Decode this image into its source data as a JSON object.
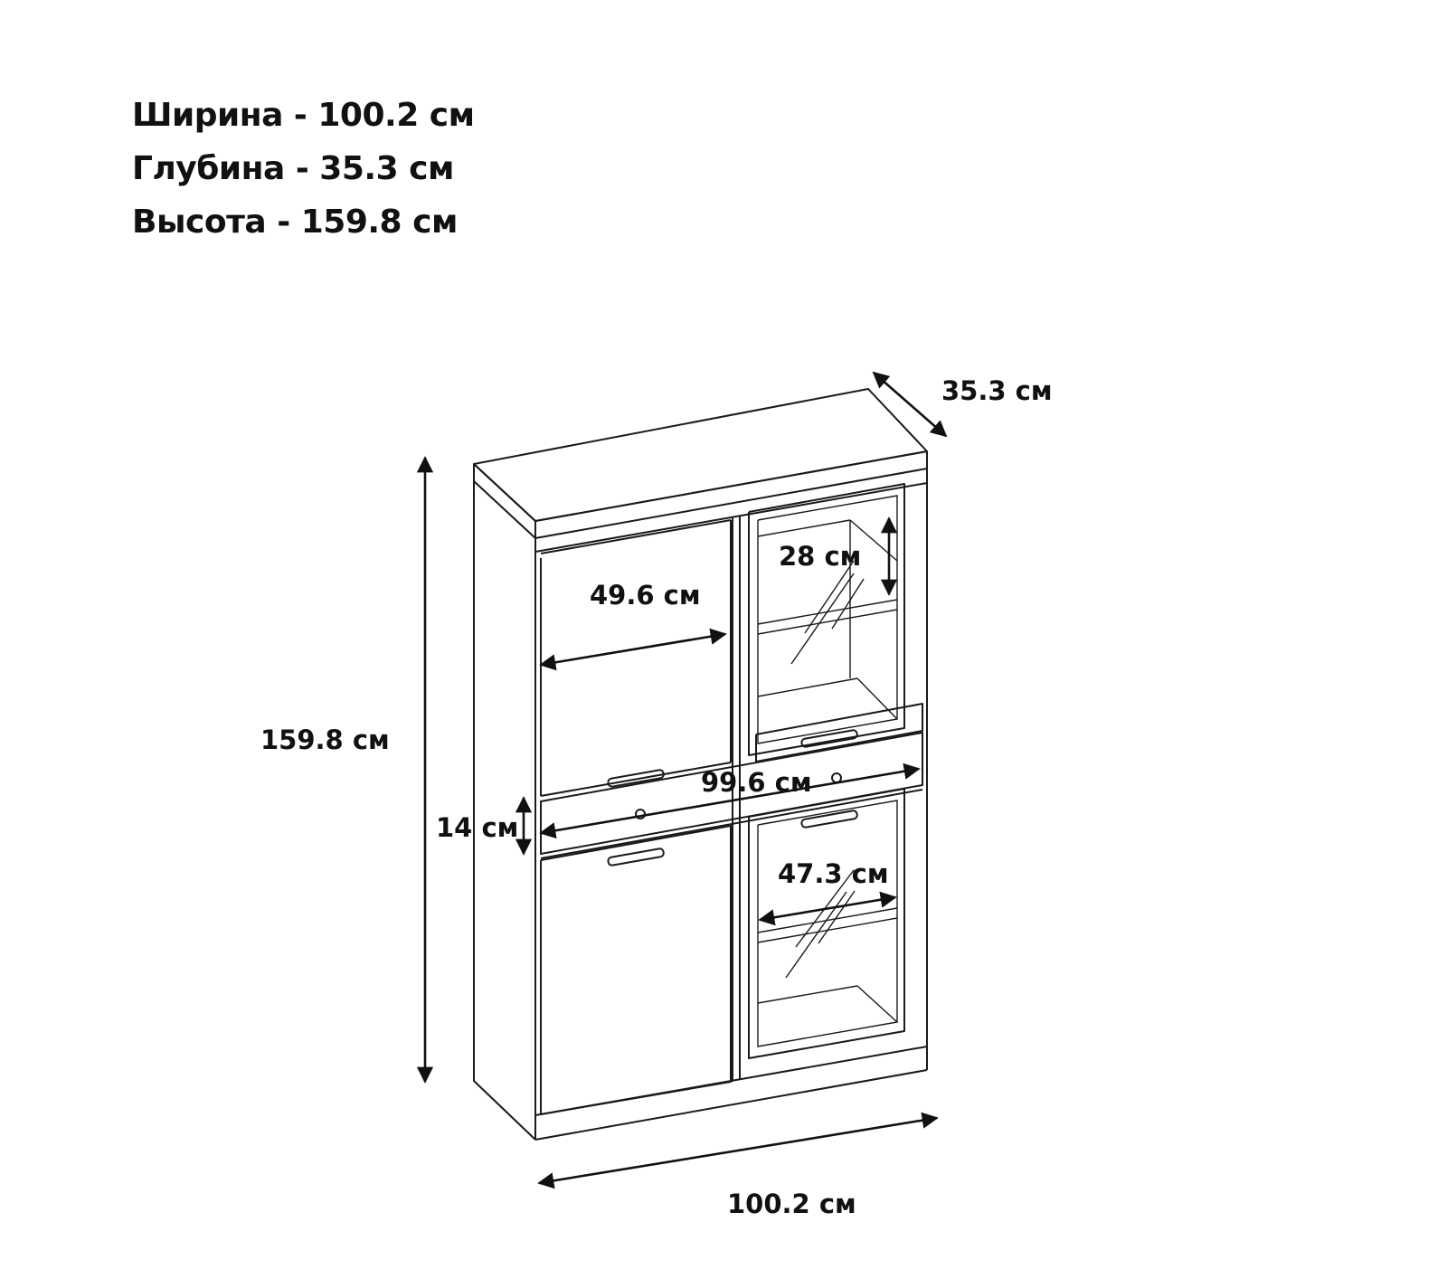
{
  "specs": {
    "width_line": "Ширина - 100.2 см",
    "depth_line": "Глубина - 35.3 см",
    "height_line": "Высота - 159.8 см"
  },
  "dimensions": {
    "depth": "35.3 см",
    "height": "159.8 см",
    "width": "100.2 см",
    "door_width": "49.6 см",
    "shelf_height": "28 см",
    "drawer_width": "99.6 см",
    "drawer_height": "14 см",
    "inner_width": "47.3 см"
  },
  "colors": {
    "line": "#1a1a1a",
    "background": "#ffffff"
  }
}
